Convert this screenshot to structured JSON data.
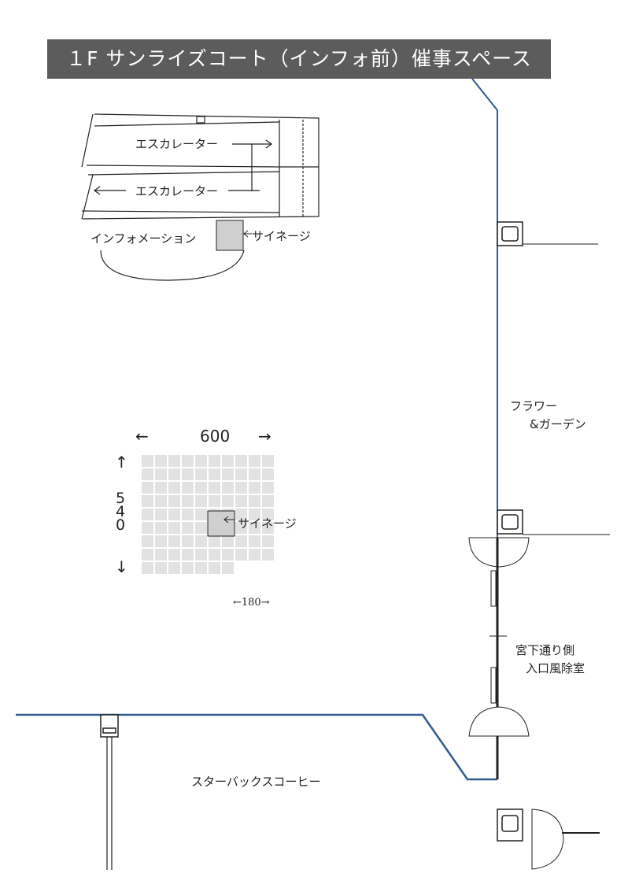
{
  "title": "１F サンライズコート（インフォ前）催事スペース",
  "labels": {
    "escalator_top": "エスカレーター",
    "escalator_bottom": "エスカレーター",
    "information": "インフォメーション",
    "signage_top": "サイネージ",
    "signage_grid": "サイネージ",
    "flower_line1": "フラワー",
    "flower_line2": "&ガーデン",
    "entrance_line1": "宮下通り側",
    "entrance_line2": "入口風除室",
    "starbucks": "スターバックスコーヒー"
  },
  "dimensions": {
    "width": "600",
    "height_digits": [
      "5",
      "4",
      "0"
    ],
    "signage_width": "←180→",
    "arrow_left": "←",
    "arrow_right": "→",
    "arrow_up": "↑",
    "arrow_down": "↓"
  },
  "grid": {
    "columns": 10,
    "rows": 9,
    "last_row_columns": 7
  },
  "colors": {
    "title_bg": "#5c5c5c",
    "wall_blue": "#2f5b8f",
    "tile": "#e2e2e2",
    "line": "#222222"
  }
}
